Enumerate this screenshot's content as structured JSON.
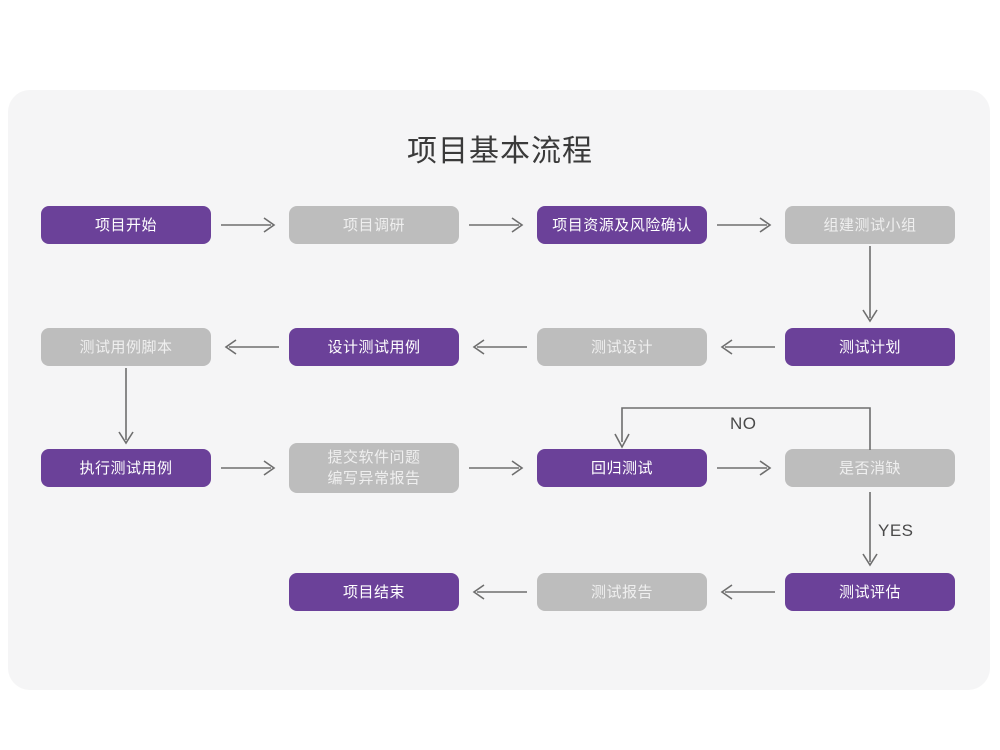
{
  "page": {
    "title": "项目基本流程",
    "background": "#ffffff",
    "panel_background": "#f5f5f6"
  },
  "colors": {
    "purple": "#6b4199",
    "gray": "#bdbdbd",
    "purple_text": "#ffffff",
    "gray_text": "#efefef",
    "arrow": "#6e6e6e",
    "title_text": "#3a3a3a"
  },
  "nodes": [
    {
      "id": "n1",
      "label": "项目开始",
      "style": "purple",
      "row": 1,
      "col": 1
    },
    {
      "id": "n2",
      "label": "项目调研",
      "style": "gray",
      "row": 1,
      "col": 2
    },
    {
      "id": "n3",
      "label": "项目资源及风险确认",
      "style": "purple",
      "row": 1,
      "col": 3
    },
    {
      "id": "n4",
      "label": "组建测试小组",
      "style": "gray",
      "row": 1,
      "col": 4
    },
    {
      "id": "n5",
      "label": "测试用例脚本",
      "style": "gray",
      "row": 2,
      "col": 1
    },
    {
      "id": "n6",
      "label": "设计测试用例",
      "style": "purple",
      "row": 2,
      "col": 2
    },
    {
      "id": "n7",
      "label": "测试设计",
      "style": "gray",
      "row": 2,
      "col": 3
    },
    {
      "id": "n8",
      "label": "测试计划",
      "style": "purple",
      "row": 2,
      "col": 4
    },
    {
      "id": "n9",
      "label": "执行测试用例",
      "style": "purple",
      "row": 3,
      "col": 1
    },
    {
      "id": "n10",
      "label": "提交软件问题\n编写异常报告",
      "style": "gray",
      "row": 3,
      "col": 2
    },
    {
      "id": "n11",
      "label": "回归测试",
      "style": "purple",
      "row": 3,
      "col": 3
    },
    {
      "id": "n12",
      "label": "是否消缺",
      "style": "gray",
      "row": 3,
      "col": 4
    },
    {
      "id": "n13",
      "label": "项目结束",
      "style": "purple",
      "row": 4,
      "col": 2
    },
    {
      "id": "n14",
      "label": "测试报告",
      "style": "gray",
      "row": 4,
      "col": 3
    },
    {
      "id": "n15",
      "label": "测试评估",
      "style": "purple",
      "row": 4,
      "col": 4
    }
  ],
  "edge_labels": {
    "no": "NO",
    "yes": "YES"
  },
  "edges": [
    {
      "from": "n1",
      "to": "n2",
      "direction": "right"
    },
    {
      "from": "n2",
      "to": "n3",
      "direction": "right"
    },
    {
      "from": "n3",
      "to": "n4",
      "direction": "right"
    },
    {
      "from": "n4",
      "to": "n8",
      "direction": "down"
    },
    {
      "from": "n8",
      "to": "n7",
      "direction": "left"
    },
    {
      "from": "n7",
      "to": "n6",
      "direction": "left"
    },
    {
      "from": "n6",
      "to": "n5",
      "direction": "left"
    },
    {
      "from": "n5",
      "to": "n9",
      "direction": "down"
    },
    {
      "from": "n9",
      "to": "n10",
      "direction": "right"
    },
    {
      "from": "n10",
      "to": "n11",
      "direction": "right"
    },
    {
      "from": "n11",
      "to": "n12",
      "direction": "right"
    },
    {
      "from": "n12",
      "to": "n11",
      "direction": "loop-up",
      "label": "NO"
    },
    {
      "from": "n12",
      "to": "n15",
      "direction": "down",
      "label": "YES"
    },
    {
      "from": "n15",
      "to": "n14",
      "direction": "left"
    },
    {
      "from": "n14",
      "to": "n13",
      "direction": "left"
    }
  ]
}
